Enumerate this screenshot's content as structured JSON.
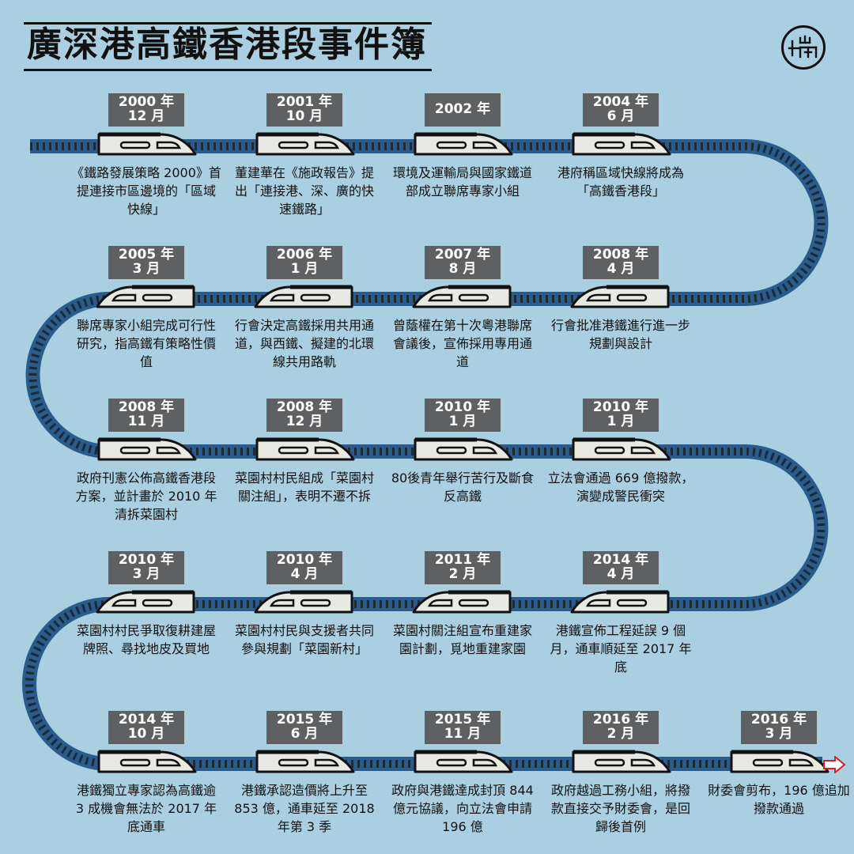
{
  "title": "廣深港高鐵香港段事件簿",
  "colors": {
    "background": "#a9cfe0",
    "track": "#2b5b8a",
    "track_gap": "#1a2a3a",
    "date_box": "#5f6062",
    "train_body": "#e9e9e3",
    "train_outline": "#111111",
    "arrow": "#d6202a"
  },
  "logo_icon": "initium-logo-icon",
  "rows": [
    {
      "direction": "ltr",
      "events": [
        {
          "year": "2000 年",
          "month": "12 月",
          "desc": "《鐵路發展策略 2000》首提連接市區邊境的「區域快線」"
        },
        {
          "year": "2001 年",
          "month": "10 月",
          "desc": "董建華在《施政報告》提出「連接港、深、廣的快速鐵路」"
        },
        {
          "year": "2002 年",
          "month": "",
          "desc": "環境及運輸局與國家鐵道部成立聯席專家小組"
        },
        {
          "year": "2004 年",
          "month": "6 月",
          "desc": "港府稱區域快線將成為「高鐵香港段」"
        }
      ]
    },
    {
      "direction": "rtl",
      "events": [
        {
          "year": "2008 年",
          "month": "4 月",
          "desc": "行會批准港鐵進行進一步規劃與設計"
        },
        {
          "year": "2007 年",
          "month": "8 月",
          "desc": "曾蔭權在第十次粵港聯席會議後，宣佈採用專用通道"
        },
        {
          "year": "2006 年",
          "month": "1 月",
          "desc": "行會決定高鐵採用共用通道，與西鐵、擬建的北環線共用路軌"
        },
        {
          "year": "2005 年",
          "month": "3 月",
          "desc": "聯席專家小組完成可行性研究，指高鐵有策略性價值"
        }
      ]
    },
    {
      "direction": "ltr",
      "events": [
        {
          "year": "2008 年",
          "month": "11 月",
          "desc": "政府刊憲公佈高鐵香港段方案，並計畫於 2010 年清拆菜園村"
        },
        {
          "year": "2008 年",
          "month": "12 月",
          "desc": "菜園村村民組成「菜園村關注組」，表明不遷不拆"
        },
        {
          "year": "2010 年",
          "month": "1 月",
          "desc": "80後青年舉行苦行及斷食反高鐵"
        },
        {
          "year": "2010 年",
          "month": "1 月",
          "desc": "立法會通過 669 億撥款，演變成警民衝突"
        }
      ]
    },
    {
      "direction": "rtl",
      "events": [
        {
          "year": "2014 年",
          "month": "4 月",
          "desc": "港鐵宣佈工程延誤 9 個月，通車順延至 2017 年底"
        },
        {
          "year": "2011 年",
          "month": "2 月",
          "desc": "菜園村關注組宣布重建家園計劃，覓地重建家園"
        },
        {
          "year": "2010 年",
          "month": "4 月",
          "desc": "菜園村村民與支援者共同參與規劃「菜園新村」"
        },
        {
          "year": "2010 年",
          "month": "3 月",
          "desc": "菜園村村民爭取復耕建屋牌照、尋找地皮及買地"
        }
      ]
    },
    {
      "direction": "ltr",
      "events": [
        {
          "year": "2014 年",
          "month": "10 月",
          "desc": "港鐵獨立專家認為高鐵逾 3 成機會無法於 2017 年底通車"
        },
        {
          "year": "2015 年",
          "month": "6 月",
          "desc": "港鐵承認造價將上升至 853 億，通車延至 2018 年第 3 季"
        },
        {
          "year": "2015 年",
          "month": "11 月",
          "desc": "政府與港鐵達成封頂 844 億元協議，向立法會申請 196 億"
        },
        {
          "year": "2016 年",
          "month": "2 月",
          "desc": "政府越過工務小組，將撥款直接交予財委會，是回歸後首例"
        },
        {
          "year": "2016 年",
          "month": "3 月",
          "desc": "財委會剪布，196 億追加撥款通過"
        }
      ]
    }
  ]
}
